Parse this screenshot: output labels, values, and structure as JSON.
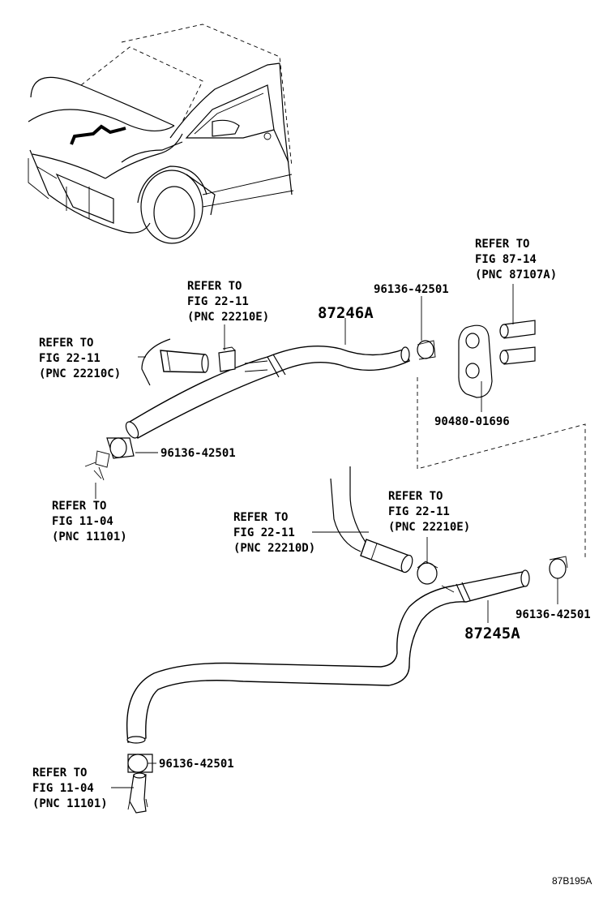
{
  "diagram": {
    "part_87246a": "87246A",
    "part_87245a": "87245A",
    "clamp_top_right": "96136-42501",
    "clamp_top_left": "96136-42501",
    "clamp_right": "96136-42501",
    "clamp_bottom": "96136-42501",
    "grommet": "90480-01696",
    "ref_87_14": {
      "line1": "REFER TO",
      "line2": "FIG 87-14",
      "line3": "(PNC 87107A)"
    },
    "ref_22_11_e_top": {
      "line1": "REFER TO",
      "line2": "FIG 22-11",
      "line3": "(PNC 22210E)"
    },
    "ref_22_11_c": {
      "line1": "REFER TO",
      "line2": "FIG 22-11",
      "line3": "(PNC 22210C)"
    },
    "ref_11_04_top": {
      "line1": "REFER TO",
      "line2": "FIG 11-04",
      "line3": "(PNC 11101)"
    },
    "ref_22_11_d": {
      "line1": "REFER TO",
      "line2": "FIG 22-11",
      "line3": "(PNC 22210D)"
    },
    "ref_22_11_e_mid": {
      "line1": "REFER TO",
      "line2": "FIG 22-11",
      "line3": "(PNC 22210E)"
    },
    "ref_11_04_bottom": {
      "line1": "REFER TO",
      "line2": "FIG 11-04",
      "line3": "(PNC 11101)"
    },
    "drawing_code": "87B195A"
  }
}
